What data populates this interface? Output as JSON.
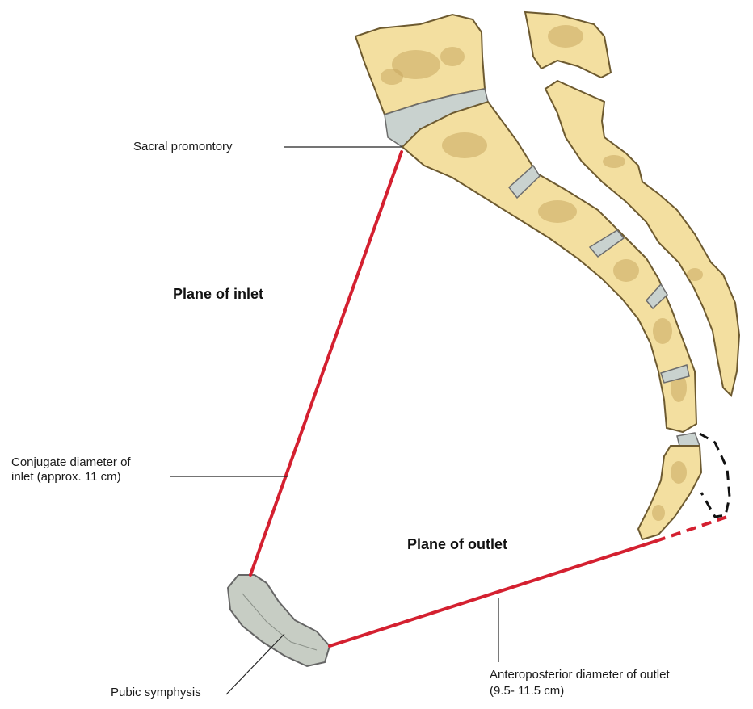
{
  "labels": {
    "sacral_promontory": "Sacral promontory",
    "plane_of_inlet": "Plane of inlet",
    "conjugate_diameter_line1": "Conjugate diameter of",
    "conjugate_diameter_line2": "inlet (approx. 11 cm)",
    "plane_of_outlet": "Plane of outlet",
    "pubic_symphysis": "Pubic symphysis",
    "ap_diameter_line1": "Anteroposterior diameter of outlet",
    "ap_diameter_line2": "(9.5- 11.5 cm)"
  },
  "colors": {
    "bone_fill": "#f3dfa0",
    "bone_outline": "#6d5a30",
    "disc": "#c9d2cf",
    "pubis": "#c7cdc4",
    "diameter_line": "#d42030",
    "leader_line": "#222222"
  }
}
